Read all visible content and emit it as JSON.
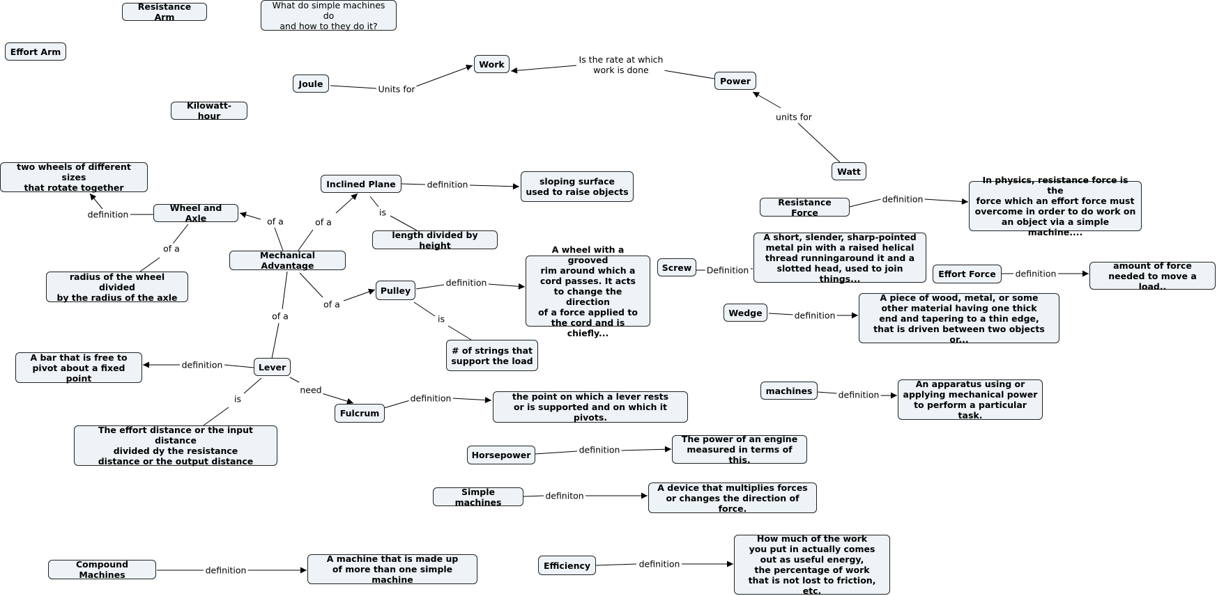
{
  "nodes": {
    "resistance_arm": "Resistance Arm",
    "question": "What do simple machines do\nand how to they do it?",
    "effort_arm": "Effort Arm",
    "work": "Work",
    "joule": "Joule",
    "kilowatt_hour": "Kilowatt-hour",
    "power": "Power",
    "watt": "Watt",
    "two_wheels": "two wheels of different sizes\nthat rotate together",
    "wheel_and_axle": "Wheel and Axle",
    "inclined_plane": "Inclined Plane",
    "sloping_surface": "sloping surface\nused to raise objects",
    "length_height": "length divided by height",
    "mechanical_advantage": "Mechanical Advantage",
    "radius_wheel": "radius of the wheel divided\nby the radius of the axle",
    "pulley": "Pulley",
    "wheel_grooved": "A wheel with a grooved\nrim around which a\ncord passes. It acts\nto change the direction\nof a force applied to\nthe cord and is chiefly...",
    "strings": "# of strings that\nsupport the load",
    "lever": "Lever",
    "bar_pivot": "A bar that is free to\npivot about a fixed point",
    "fulcrum": "Fulcrum",
    "point_lever": "the point on which a lever rests\nor is supported and on which it pivots.",
    "effort_distance": "The effort distance or the input distance\ndivided dy the resistance\ndistance or the output distance",
    "resistance_force": "Resistance Force",
    "resistance_force_def": "In physics, resistance force is the\nforce which an effort force must\novercome in order to do work on\nan object via a simple machine....",
    "screw": "Screw",
    "screw_def": "A short, slender, sharp-pointed\nmetal pin with a raised helical\nthread runningaround it and a\nslotted head, used to join things...",
    "effort_force": "Effort Force",
    "effort_force_def": "amount of force\nneeded to move a load..",
    "wedge": "Wedge",
    "wedge_def": "A piece of wood, metal, or some\nother material having one thick\nend and tapering to a thin edge,\nthat is driven between two objects or...",
    "machines": "machines",
    "machines_def": "An apparatus using or\napplying mechanical power\nto perform a particular task.",
    "horsepower": "Horsepower",
    "horsepower_def": "The power of an engine\nmeasured in terms of this.",
    "simple_machines": "Simple machines",
    "simple_machines_def": "A device that multiplies forces\nor changes the direction of force.",
    "compound_machines": "Compound Machines",
    "compound_machines_def": "A machine that is made up\nof more than one simple machine",
    "efficiency": "Efficiency",
    "efficiency_def": "How much of the work\nyou put in actually comes\nout as useful energy,\nthe percentage of work\nthat is not lost to friction, etc."
  },
  "links": {
    "units_for_joule": "Units for",
    "rate": "Is the rate at which\nwork is done",
    "units_for_watt": "units for",
    "def_wheel": "definition",
    "of_a_wheel": "of a",
    "of_a_radius": "of a",
    "of_a_incline": "of a",
    "def_incline": "definition",
    "is_incline": "is",
    "of_a_pulley": "of a",
    "def_pulley": "definition",
    "is_pulley": "is",
    "of_a_lever": "of a",
    "def_lever": "definition",
    "need_fulcrum": "need",
    "def_fulcrum": "definition",
    "is_lever": "is",
    "def_resistance_force": "definition",
    "def_screw": "Definition",
    "def_effort_force": "definition",
    "def_wedge": "definition",
    "def_machines": "definition",
    "def_horsepower": "definition",
    "def_simple_machines": "definiton",
    "def_compound": "definition",
    "def_efficiency": "definition"
  }
}
